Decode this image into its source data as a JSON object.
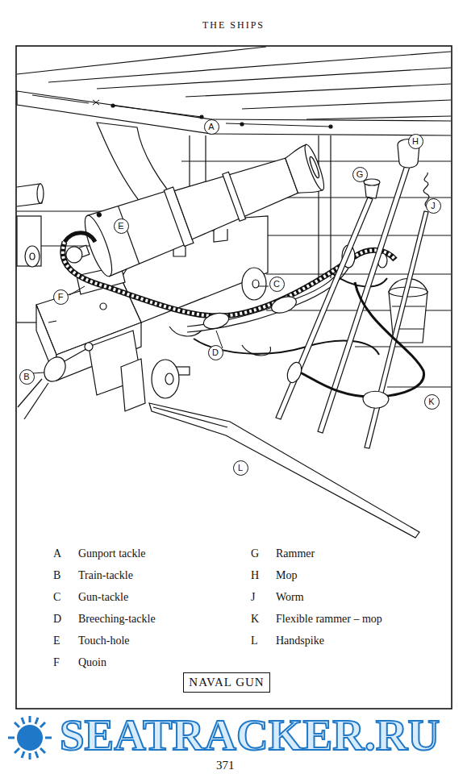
{
  "diagram": {
    "title": "THE SHIPS",
    "caption": "NAVAL GUN",
    "labels": [
      "A",
      "H",
      "G",
      "J",
      "E",
      "C",
      "F",
      "D",
      "B",
      "K",
      "L",
      "A",
      "Gunport tackle",
      "G",
      "Rammer",
      "B",
      "Train-tackle",
      "H",
      "Mop",
      "C",
      "Gun-tackle",
      "J",
      "Worm",
      "D",
      "Breeching-tackle",
      "K",
      "Flexible rammer – mop",
      "E",
      "Touch-hole",
      "L",
      "Handspike",
      "F",
      "Quoin",
      "371",
      "SEATRACKER.RU"
    ]
  }
}
